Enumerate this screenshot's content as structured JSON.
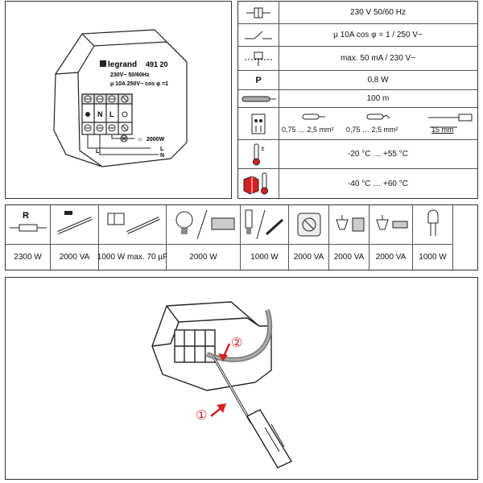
{
  "device": {
    "brand": "legrand",
    "model": "491 20",
    "voltage": "230V~ 50/60Hz",
    "rating": "μ 10A 250V~ cos φ =1",
    "terminals": [
      "N",
      "L"
    ],
    "power": "2000W",
    "terminal_l": "L",
    "terminal_n": "N"
  },
  "specs": {
    "supply": "230 V 50/60 Hz",
    "contact": "μ 10A  cos φ = 1 / 250 V~",
    "control": "max. 50 mA / 230 V~",
    "power_label": "P",
    "power": "0,8 W",
    "cable_length": "100 m",
    "cable_1": "0,75 … 2,5 mm²",
    "cable_2": "0,75 … 2,5 mm²",
    "strip_length": "15 mm",
    "temp_operating": "-20 °C … +55 °C",
    "temp_storage": "-40 °C … +60 °C"
  },
  "loads": [
    {
      "icon": "resistive-load-icon",
      "label": "R",
      "value": "2300 W"
    },
    {
      "icon": "fluorescent-tube-icon",
      "value": "2000 VA"
    },
    {
      "icon": "compensated-fluorescent-icon",
      "value": "1000 W max. 70 µF"
    },
    {
      "icon": "halogen-230v-icon",
      "value": "2000 W"
    },
    {
      "icon": "cfl-led-icon",
      "value": "1000 W"
    },
    {
      "icon": "electronic-transformer-icon",
      "value": "2000 VA"
    },
    {
      "icon": "ferromagnetic-transformer-icon",
      "value": "2000 VA"
    },
    {
      "icon": "electronic-transformer-halogen-icon",
      "value": "2000 VA"
    },
    {
      "icon": "led-icon",
      "value": "1000 W"
    }
  ],
  "install": {
    "step_1": "①",
    "step_2": "②"
  }
}
